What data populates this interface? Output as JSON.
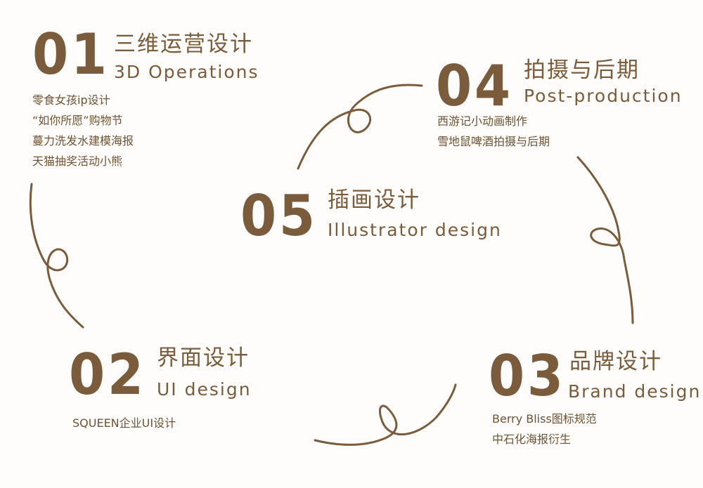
{
  "sections": [
    {
      "number": "01",
      "title_cn": "三维运营设计",
      "title_en": "3D Operations",
      "items": [
        "零食女孩ip设计",
        "“如你所愿”购物节",
        "蔓力洗发水建模海报",
        "天猫抽奖活动小熊"
      ]
    },
    {
      "number": "02",
      "title_cn": "界面设计",
      "title_en": "UI design",
      "items": [
        "SQUEEN企业UI设计"
      ]
    },
    {
      "number": "03",
      "title_cn": "品牌设计",
      "title_en": "Brand design",
      "items": [
        "Berry Bliss图标规范",
        "中石化海报衍生"
      ]
    },
    {
      "number": "04",
      "title_cn": "拍摄与后期",
      "title_en": "Post-production",
      "items": [
        "西游记小动画制作",
        "雪地鼠啤酒拍摄与后期"
      ]
    },
    {
      "number": "05",
      "title_cn": "插画设计",
      "title_en": "Illustrator design",
      "items": []
    }
  ],
  "colors": {
    "text": "#7a5c3c",
    "background": "#fefdfb",
    "line": "#7a5c3c"
  }
}
